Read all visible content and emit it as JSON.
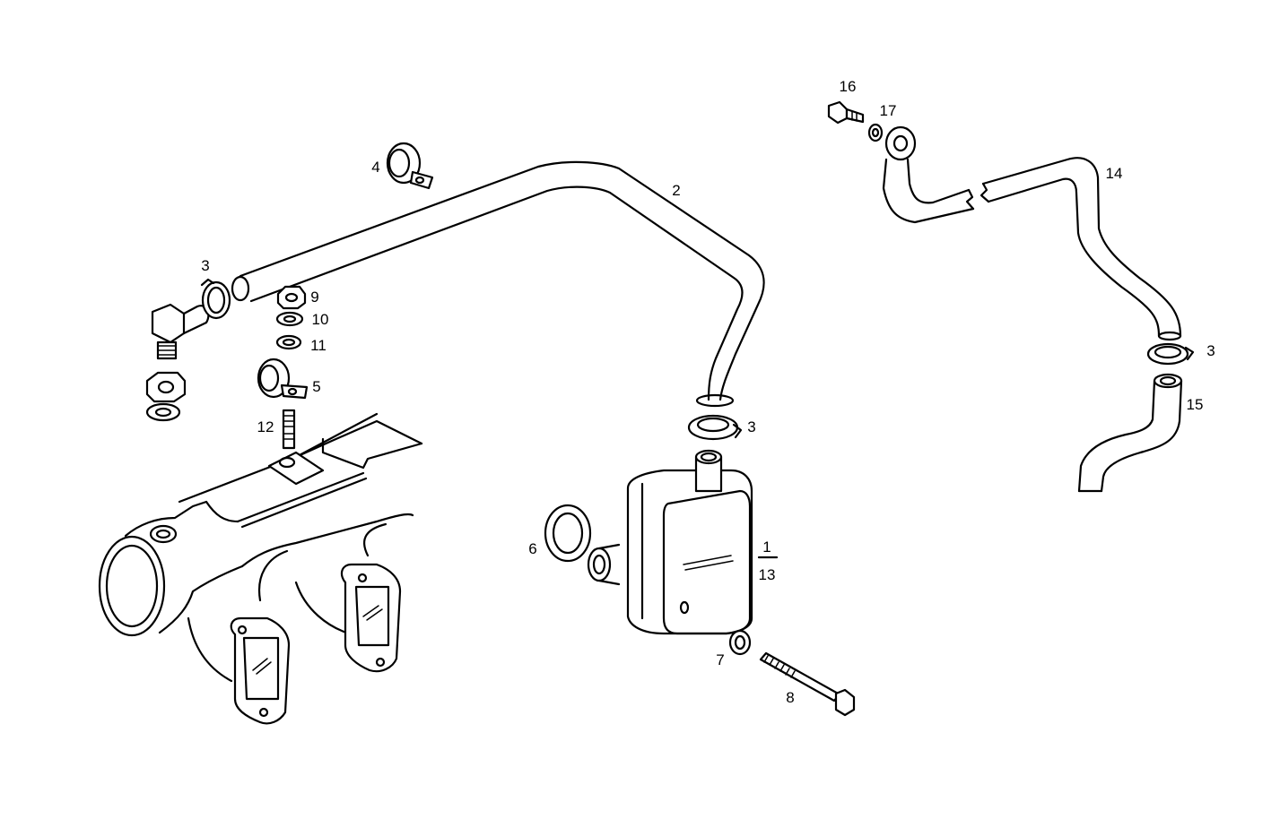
{
  "diagram": {
    "labels": {
      "l1": "1",
      "l2": "2",
      "l3a": "3",
      "l3b": "3",
      "l3c": "3",
      "l4": "4",
      "l5": "5",
      "l6": "6",
      "l7": "7",
      "l8": "8",
      "l9": "9",
      "l10": "10",
      "l11": "11",
      "l12": "12",
      "l13": "13",
      "l14": "14",
      "l15": "15",
      "l16": "16",
      "l17": "17"
    }
  }
}
